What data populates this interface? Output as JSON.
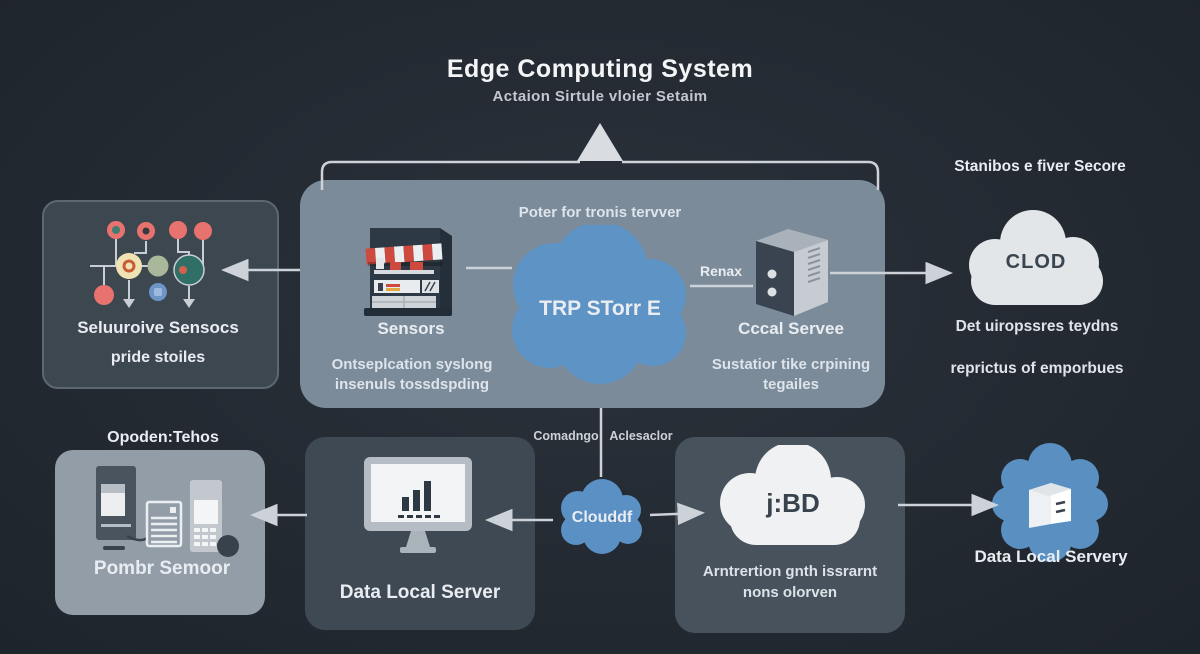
{
  "title": "Edge Computing System",
  "subtitle": "Actaion Sirtule vloier Setaim",
  "colors": {
    "background": "#232931",
    "central_box": "#7b8b9a",
    "dark_box": "#3e4953",
    "light_box": "#929da8",
    "cloud_blue": "#5e93c6",
    "cloud_light": "#e2e6e9",
    "arrow": "#ccd2d8",
    "accent_red": "#d94f43"
  },
  "central": {
    "top_label": "Poter for tronis tervver",
    "sensors_label": "Sensors",
    "sensors_desc1": "Ontseplcation syslong",
    "sensors_desc2": "insenuls tossdspding",
    "cloud_label": "TRP STorr E",
    "renax_label": "Renax",
    "server_label": "Cccal Servee",
    "server_desc1": "Sustatior tike crpining",
    "server_desc2": "tegailes"
  },
  "sensor_box": {
    "line1": "Seluuroive Sensocs",
    "line2": "pride stoiles"
  },
  "cloud_right": {
    "header": "Stanibos e fiver Secore",
    "cloud_label": "CLOD",
    "desc1": "Det uiropssres teydns",
    "desc2": "reprictus of emporbues"
  },
  "devices_box": {
    "header": "Opoden:Tehos",
    "label": "Pombr Semoor"
  },
  "monitor_box": {
    "label": "Data Local Server"
  },
  "mid_cloud": {
    "left_label": "Comadngo",
    "right_label": "Aclesaclor",
    "cloud_label": "Clouddf"
  },
  "jbd_box": {
    "cloud_label": "j:BD",
    "desc1": "Arntrertion gnth issrarnt",
    "desc2": "nons olorven"
  },
  "server_cloud": {
    "label": "Data Local Servery"
  }
}
